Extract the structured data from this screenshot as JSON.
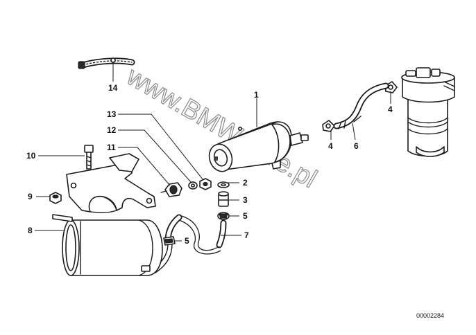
{
  "callouts": [
    {
      "id": "c1",
      "label": "1"
    },
    {
      "id": "c2",
      "label": "2"
    },
    {
      "id": "c3",
      "label": "3"
    },
    {
      "id": "c4a",
      "label": "4"
    },
    {
      "id": "c4b",
      "label": "4"
    },
    {
      "id": "c5a",
      "label": "5"
    },
    {
      "id": "c5b",
      "label": "5"
    },
    {
      "id": "c6",
      "label": "6"
    },
    {
      "id": "c7",
      "label": "7"
    },
    {
      "id": "c8",
      "label": "8"
    },
    {
      "id": "c9",
      "label": "9"
    },
    {
      "id": "c10",
      "label": "10"
    },
    {
      "id": "c11",
      "label": "11"
    },
    {
      "id": "c12",
      "label": "12"
    },
    {
      "id": "c13",
      "label": "13"
    },
    {
      "id": "c14",
      "label": "14"
    }
  ],
  "watermark": "www.BMWstore.pl",
  "reference_code": "00002284"
}
